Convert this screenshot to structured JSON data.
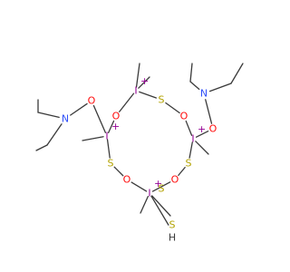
{
  "colors": {
    "bond": "#3a3a3a",
    "O": "#ff0d0d",
    "N": "#3050f8",
    "S": "#b2a200",
    "I": "#940094",
    "H": "#3a3a3a"
  },
  "atoms": [
    {
      "id": "a1",
      "el": "N",
      "label": "N"
    },
    {
      "id": "a2",
      "el": "O",
      "label": "O"
    },
    {
      "id": "a3",
      "el": "O",
      "label": "O"
    },
    {
      "id": "a4",
      "el": "I",
      "label": "I"
    },
    {
      "id": "a5",
      "el": "S",
      "label": "S"
    },
    {
      "id": "a6",
      "el": "O",
      "label": "O"
    },
    {
      "id": "a7",
      "el": "N",
      "label": "N"
    },
    {
      "id": "a8",
      "el": "O",
      "label": "O"
    },
    {
      "id": "a9",
      "el": "I",
      "label": "I"
    },
    {
      "id": "a10",
      "el": "S",
      "label": "S"
    },
    {
      "id": "a11",
      "el": "S",
      "label": "S"
    },
    {
      "id": "a12",
      "el": "I",
      "label": "I"
    },
    {
      "id": "a13",
      "el": "O",
      "label": "O"
    },
    {
      "id": "a14",
      "el": "S",
      "label": "S"
    },
    {
      "id": "a15",
      "el": "O",
      "label": "O"
    },
    {
      "id": "a16",
      "el": "I",
      "label": "I"
    },
    {
      "id": "a17",
      "el": "S",
      "label": "SH"
    }
  ],
  "charges": [
    {
      "atom": "a4",
      "text": "+"
    },
    {
      "atom": "a9",
      "text": "+"
    },
    {
      "atom": "a12",
      "text": "+"
    },
    {
      "atom": "a16",
      "text": "+"
    }
  ]
}
